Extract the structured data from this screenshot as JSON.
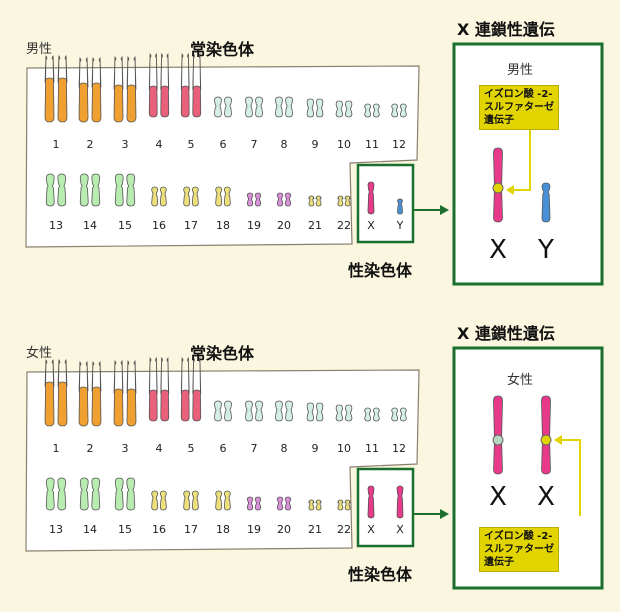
{
  "male": {
    "sex_label": "男性",
    "autosome_title": "常染色体",
    "sex_chrom_title": "性染色体",
    "xlinked_title": "X 連鎖性遺伝",
    "panel_label": "男性",
    "gene_label": "イズロン酸 -2-\nスルファターゼ\n遺伝子",
    "row1_numbers": [
      "1",
      "2",
      "3",
      "4",
      "5",
      "6",
      "7",
      "8",
      "9",
      "10",
      "11",
      "12"
    ],
    "row2_numbers": [
      "13",
      "14",
      "15",
      "16",
      "17",
      "18",
      "19",
      "20",
      "21",
      "22"
    ],
    "sex_numbers": [
      "X",
      "Y"
    ],
    "big_letters": [
      "X",
      "Y"
    ]
  },
  "female": {
    "sex_label": "女性",
    "autosome_title": "常染色体",
    "sex_chrom_title": "性染色体",
    "xlinked_title": "X 連鎖性遺伝",
    "panel_label": "女性",
    "gene_label": "イズロン酸 -2-\nスルファターゼ\n遺伝子",
    "row1_numbers": [
      "1",
      "2",
      "3",
      "4",
      "5",
      "6",
      "7",
      "8",
      "9",
      "10",
      "11",
      "12"
    ],
    "row2_numbers": [
      "13",
      "14",
      "15",
      "16",
      "17",
      "18",
      "19",
      "20",
      "21",
      "22"
    ],
    "sex_numbers": [
      "X",
      "X"
    ],
    "big_letters": [
      "X",
      "X"
    ]
  },
  "colors": {
    "orange": "#f0a030",
    "red": "#e8607a",
    "pale_green": "#d6efe6",
    "green": "#b8ecb0",
    "yellow": "#ece07a",
    "purple": "#d890d8",
    "pink": "#e83a8a",
    "blue": "#4a90d8",
    "gene": "#e2d400",
    "box_green": "#1a6e2e"
  }
}
